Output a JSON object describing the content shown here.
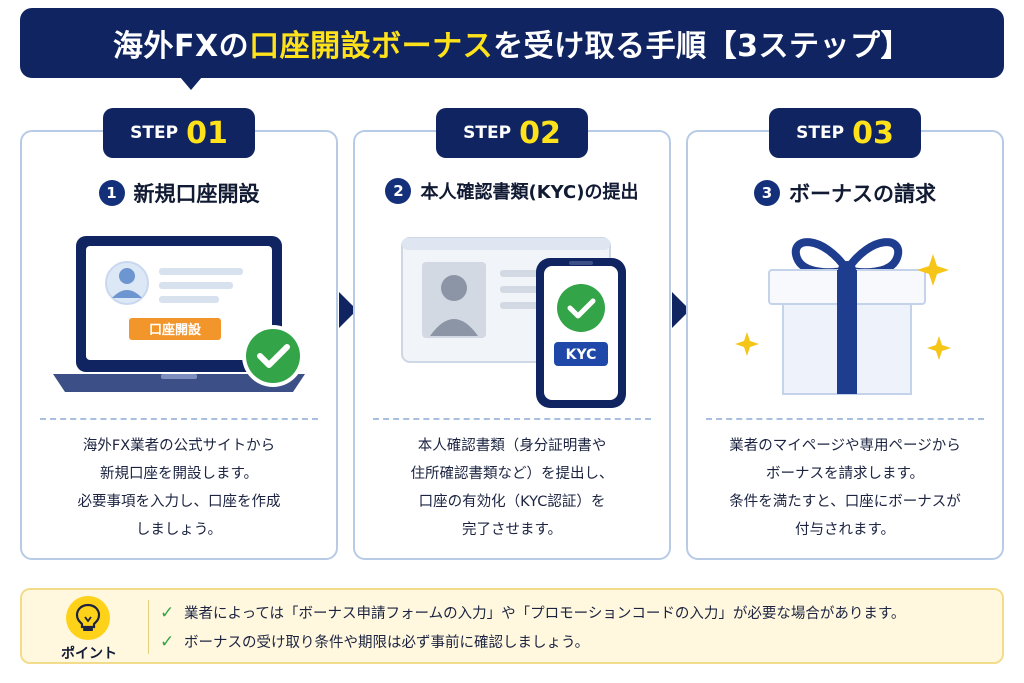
{
  "title": {
    "part1": "海外FXの",
    "part2": "口座開設ボーナス",
    "part3": "を受け取る手順【3ステップ】"
  },
  "colors": {
    "navy": "#0f2461",
    "yellow": "#ffe21a",
    "green_check": "#33a447",
    "orange_button": "#f2962c",
    "card_border": "#b7cbe6",
    "point_bg": "#fff8df"
  },
  "steps": [
    {
      "step_word": "STEP",
      "step_num": "01",
      "circle_num": "1",
      "heading": "新規口座開設",
      "button_label": "口座開設",
      "desc": [
        "海外FX業者の公式サイトから",
        "新規口座を開設します。",
        "必要事項を入力し、口座を作成",
        "しましょう。"
      ],
      "icon": "laptop-account-icon"
    },
    {
      "step_word": "STEP",
      "step_num": "02",
      "circle_num": "2",
      "heading": "本人確認書類(KYC)の提出",
      "badge_label": "KYC",
      "desc": [
        "本人確認書類（身分証明書や",
        "住所確認書類など）を提出し、",
        "口座の有効化（KYC認証）を",
        "完了させます。"
      ],
      "icon": "id-card-phone-icon"
    },
    {
      "step_word": "STEP",
      "step_num": "03",
      "circle_num": "3",
      "heading": "ボーナスの請求",
      "desc": [
        "業者のマイページや専用ページから",
        "ボーナスを請求します。",
        "条件を満たすと、口座にボーナスが",
        "付与されます。"
      ],
      "icon": "gift-box-icon"
    }
  ],
  "point": {
    "label": "ポイント",
    "icon": "lightbulb-icon",
    "items": [
      "業者によっては「ボーナス申請フォームの入力」や「プロモーションコードの入力」が必要な場合があります。",
      "ボーナスの受け取り条件や期限は必ず事前に確認しましょう。"
    ]
  }
}
